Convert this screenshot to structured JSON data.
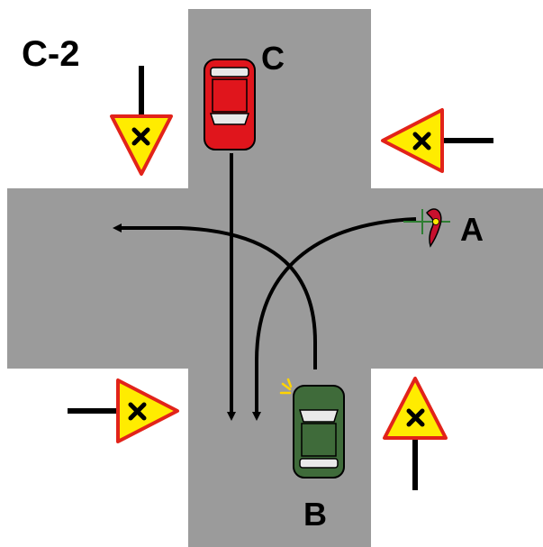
{
  "title": "C-2",
  "vehicles": {
    "a": {
      "label": "A",
      "kind": "bicycle",
      "color": "#c8102e"
    },
    "b": {
      "label": "B",
      "kind": "car",
      "color": "#3f6b3a",
      "indicator": "left"
    },
    "c": {
      "label": "C",
      "kind": "car",
      "color": "#e0151c"
    }
  },
  "signs": {
    "symbol": "crossroads-priority-x",
    "fill_color": "#ffec00",
    "border_color": "#e2231a",
    "count": 4
  },
  "colors": {
    "road": "#9b9b9b",
    "path": "#000000",
    "background": "#ffffff"
  }
}
